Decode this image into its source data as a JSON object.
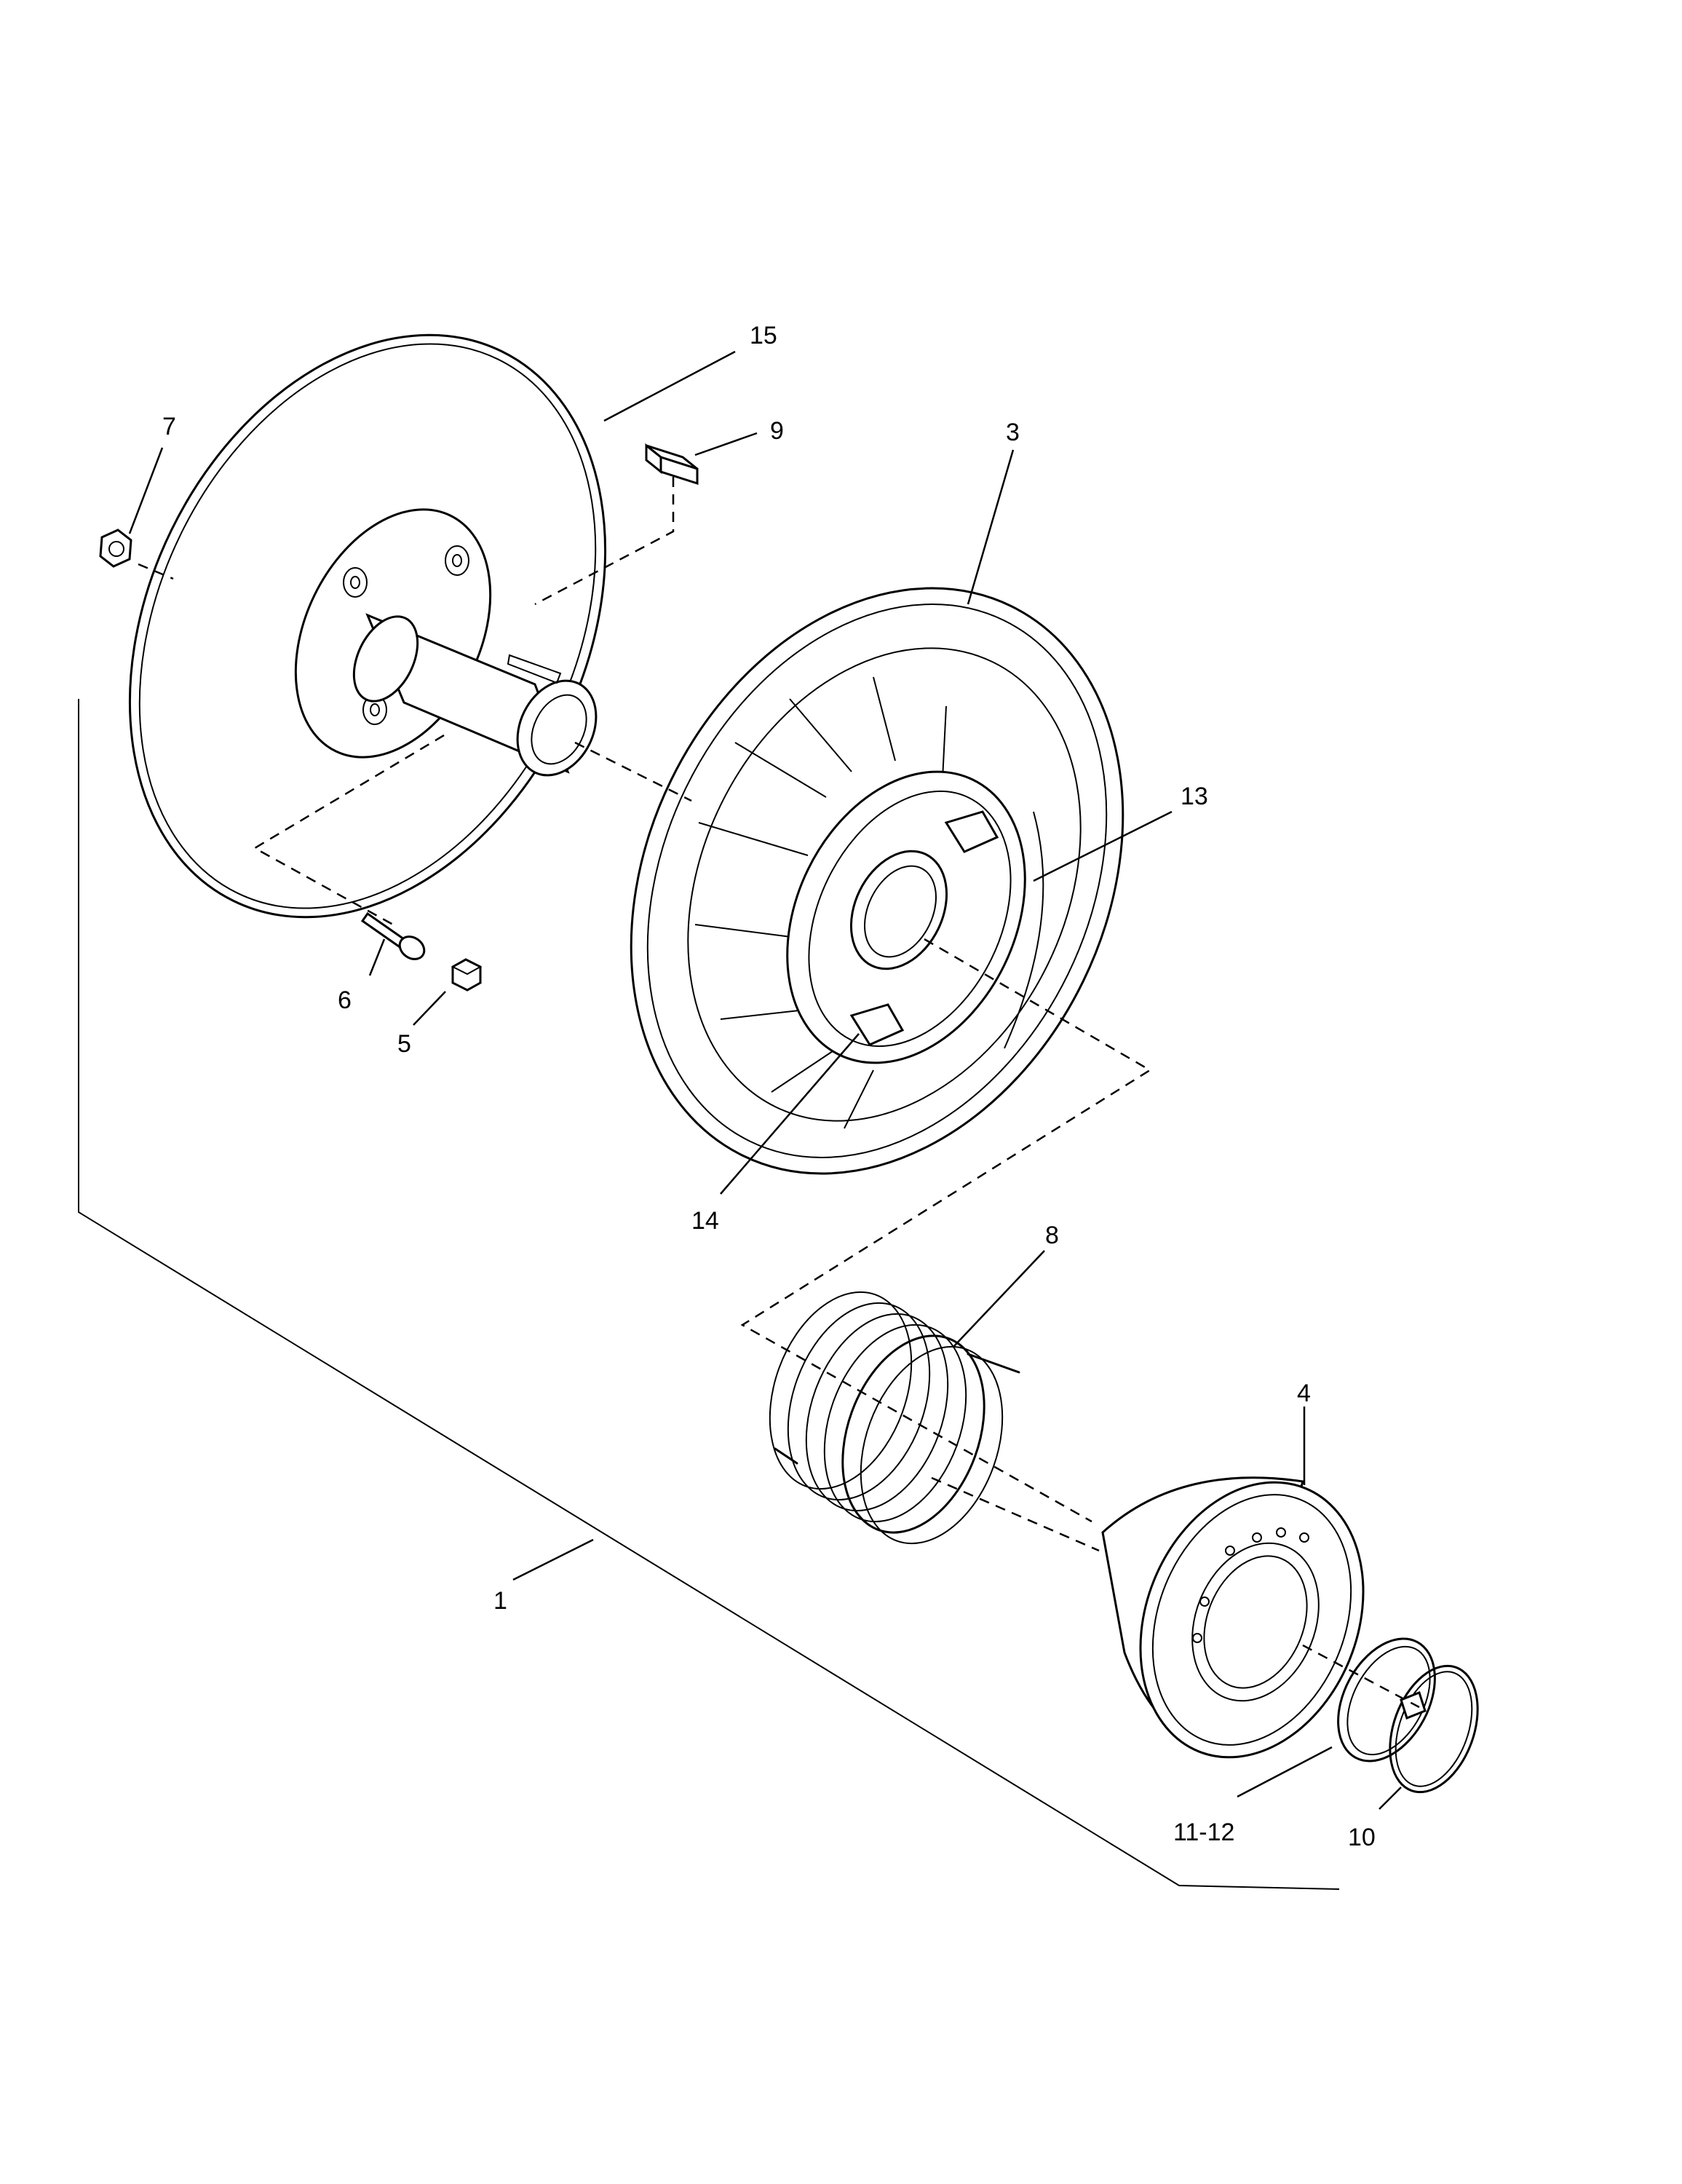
{
  "labels": {
    "p15": "15",
    "p7": "7",
    "p9": "9",
    "p3": "3",
    "p13": "13",
    "p6": "6",
    "p5": "5",
    "p14": "14",
    "p8": "8",
    "p4": "4",
    "p1": "1",
    "p11_12": "11-12",
    "p10": "10"
  }
}
